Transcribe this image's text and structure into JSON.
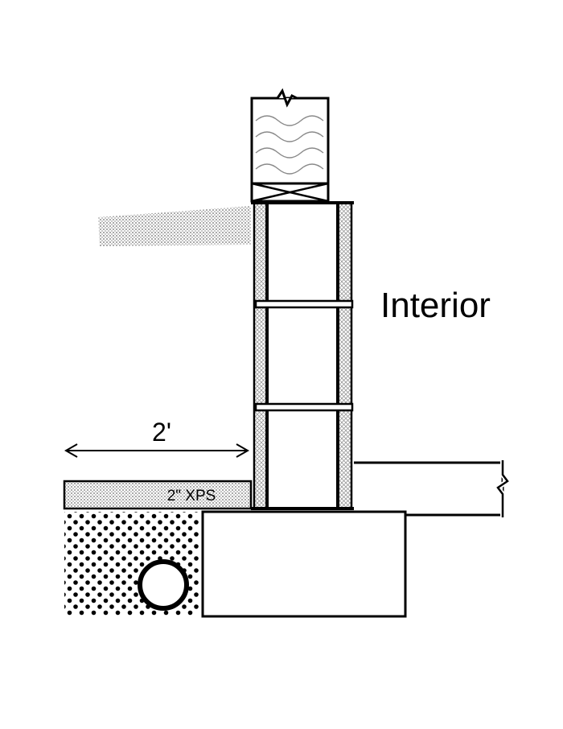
{
  "labels": {
    "interior": "Interior",
    "dimension": "2'",
    "insulation": "2\" XPS"
  },
  "colors": {
    "line": "#000000",
    "background": "#ffffff",
    "hatch": "#9a9a9a",
    "grade_fill": "#bdbdbd",
    "wave": "#8a8a8a"
  }
}
